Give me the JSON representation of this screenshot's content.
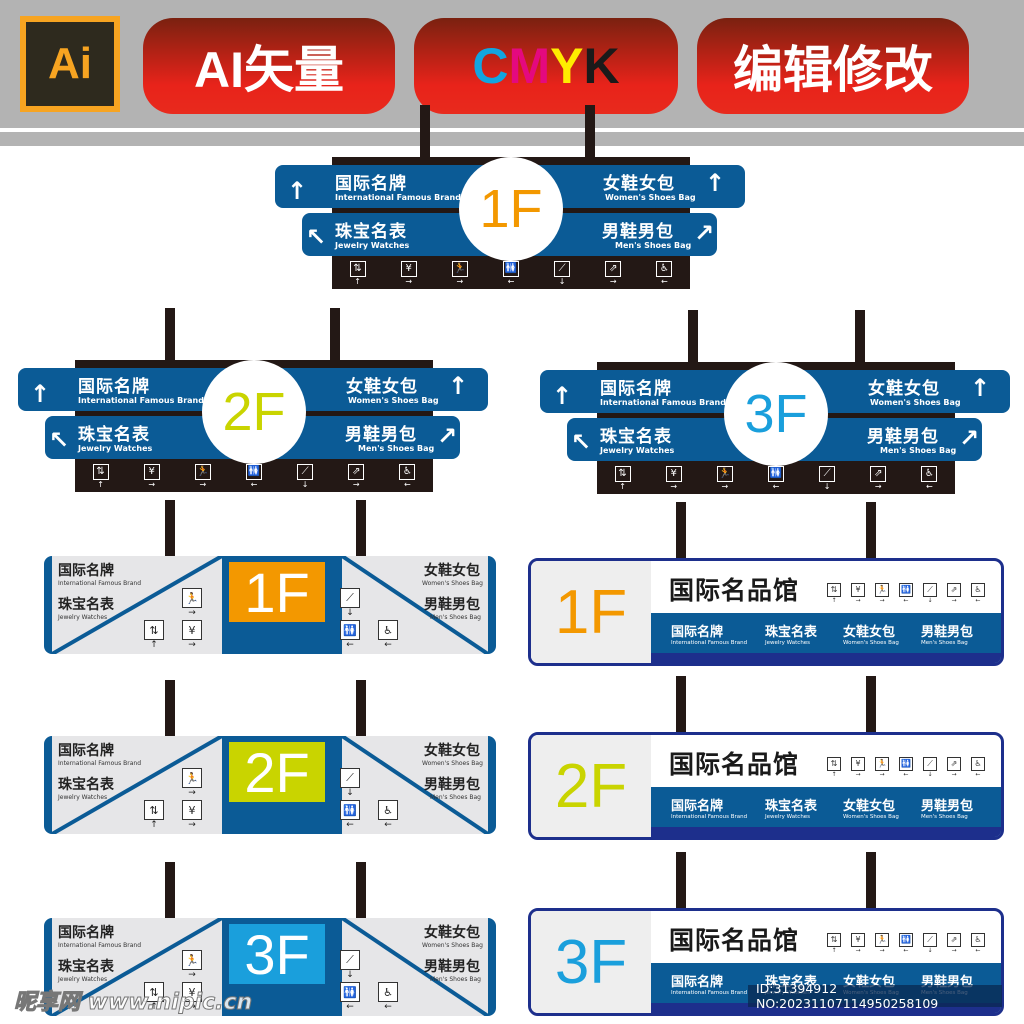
{
  "header": {
    "logo_text": "Ai",
    "badges": [
      {
        "label": "AI矢量"
      },
      {
        "label_parts": [
          "C",
          "M",
          "Y",
          "K"
        ]
      },
      {
        "label": "编辑修改"
      }
    ]
  },
  "categories": {
    "intl_cn": "国际名牌",
    "intl_en": "International Famous Brand",
    "jewel_cn": "珠宝名表",
    "jewel_en": "Jewelry Watches",
    "women_cn": "女鞋女包",
    "women_en": "Women's Shoes Bag",
    "men_cn": "男鞋男包",
    "men_en": "Men's Shoes Bag"
  },
  "arrows": {
    "up": "↑",
    "up_left": "↖",
    "up_right": "↗"
  },
  "icons": [
    {
      "name": "elevator",
      "glyph": "⇅",
      "dir": "↑"
    },
    {
      "name": "cashier-yen",
      "glyph": "¥",
      "dir": "→"
    },
    {
      "name": "emergency-exit",
      "glyph": "🏃",
      "dir": "→"
    },
    {
      "name": "restroom",
      "glyph": "🚻",
      "dir": "←"
    },
    {
      "name": "escalator",
      "glyph": "⟋",
      "dir": "↓"
    },
    {
      "name": "stairs",
      "glyph": "⇗",
      "dir": "→"
    },
    {
      "name": "accessible",
      "glyph": "♿",
      "dir": "←"
    }
  ],
  "dark_signs": [
    {
      "floor": "1F",
      "color": "#f39800"
    },
    {
      "floor": "2F",
      "color": "#c9d400"
    },
    {
      "floor": "3F",
      "color": "#1a9fdc"
    }
  ],
  "gray_signs": [
    {
      "floor": "1F",
      "bg": "#f39800"
    },
    {
      "floor": "2F",
      "bg": "#c9d400"
    },
    {
      "floor": "3F",
      "bg": "#1a9fdc"
    }
  ],
  "white_signs": [
    {
      "floor": "1F",
      "color": "#f39800",
      "title": "国际名品馆"
    },
    {
      "floor": "2F",
      "color": "#c9d400",
      "title": "国际名品馆"
    },
    {
      "floor": "3F",
      "color": "#1a9fdc",
      "title": "国际名品馆"
    }
  ],
  "watermark": {
    "site": "昵享网 www.nipic.cn",
    "id_text": "ID:31394912 NO:20231107114950258109"
  }
}
